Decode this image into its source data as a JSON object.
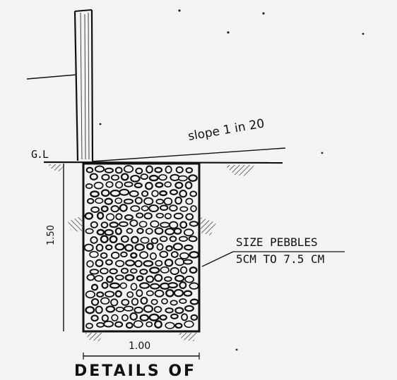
{
  "labels": {
    "gl": "G.L",
    "slope": "slope 1 in 20",
    "size_line1": "SIZE PEBBLES",
    "size_line2": "5CM TO 7.5 CM",
    "depth": "1.50",
    "width": "1.00",
    "title": "DETAILS OF"
  },
  "colors": {
    "paper": "#f3f3f1",
    "ink": "#111111"
  }
}
